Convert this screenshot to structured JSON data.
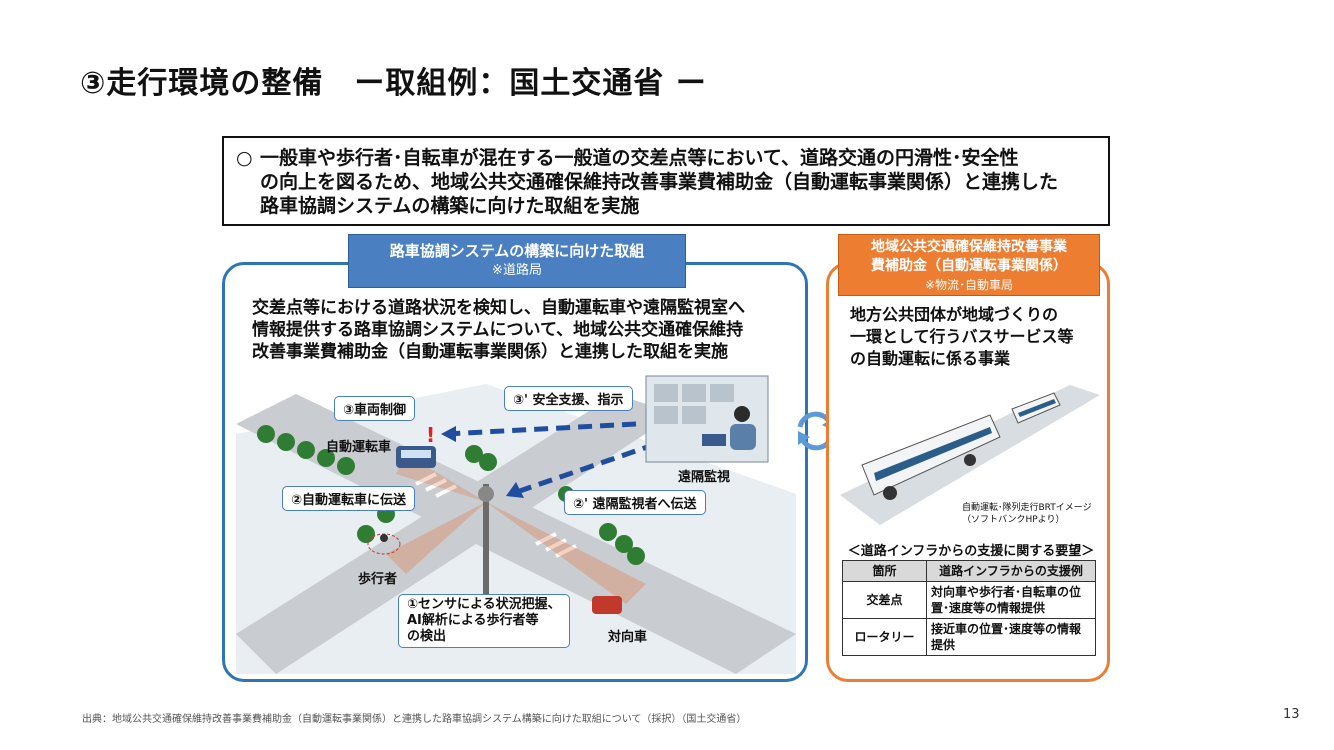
{
  "title": "③走行環境の整備　ー取組例：国土交通省 ー",
  "summary": {
    "bullet": "○",
    "text": "一般車や歩行者･自転車が混在する一般道の交差点等において、道路交通の円滑性･安全性\nの向上を図るため、地域公共交通確保維持改善事業費補助金（自動運転事業関係）と連携した\n路車協調システムの構築に向けた取組を実施"
  },
  "left": {
    "header": "路車協調システムの構築に向けた取組",
    "header_sub": "※道路局",
    "desc": "交差点等における道路状況を検知し、自動運転車や遠隔監視室へ\n情報提供する路車協調システムについて、地域公共交通確保維持\n改善事業費補助金（自動運転事業関係）と連携した取組を実施",
    "callouts": {
      "vehicle_control": "③車両制御",
      "safety_support": "③' 安全支援、指示",
      "transmit_vehicle": "②自動運転車に伝送",
      "transmit_monitor": "②' 遠隔監視者へ伝送",
      "sensor": "①センサによる状況把握、\nAI解析による歩行者等\nの検出"
    },
    "labels": {
      "auto_vehicle": "自動運転車",
      "remote_monitor": "遠隔監視",
      "pedestrian": "歩行者",
      "oncoming": "対向車"
    }
  },
  "right": {
    "header_line1": "地域公共交通確保維持改善事業",
    "header_line2": "費補助金（自動運転事業関係）",
    "header_sub": "※物流･自動車局",
    "desc": "地方公共団体が地域づくりの\n一環として行うバスサービス等\nの自動運転に係る事業",
    "bus_caption": "自動運転･隊列走行BRTイメージ\n（ソフトバンクHPより）",
    "req_title": "＜道路インフラからの支援に関する要望＞",
    "table": {
      "headers": [
        "箇所",
        "道路インフラからの支援例"
      ],
      "rows": [
        {
          "place": "交差点",
          "support": "対向車や歩行者･自転車の位置･速度等の情報提供"
        },
        {
          "place": "ロータリー",
          "support": "接近車の位置･速度等の情報提供"
        }
      ]
    }
  },
  "footer": "出典：地域公共交通確保維持改善事業費補助金（自動運転事業関係）と連携した路車協調システム構築に向けた取組について（採択）（国土交通省）",
  "page_number": "13",
  "colors": {
    "blue": "#2e75b6",
    "orange": "#ed7d31",
    "arrow_blue": "#1f4e9e"
  }
}
